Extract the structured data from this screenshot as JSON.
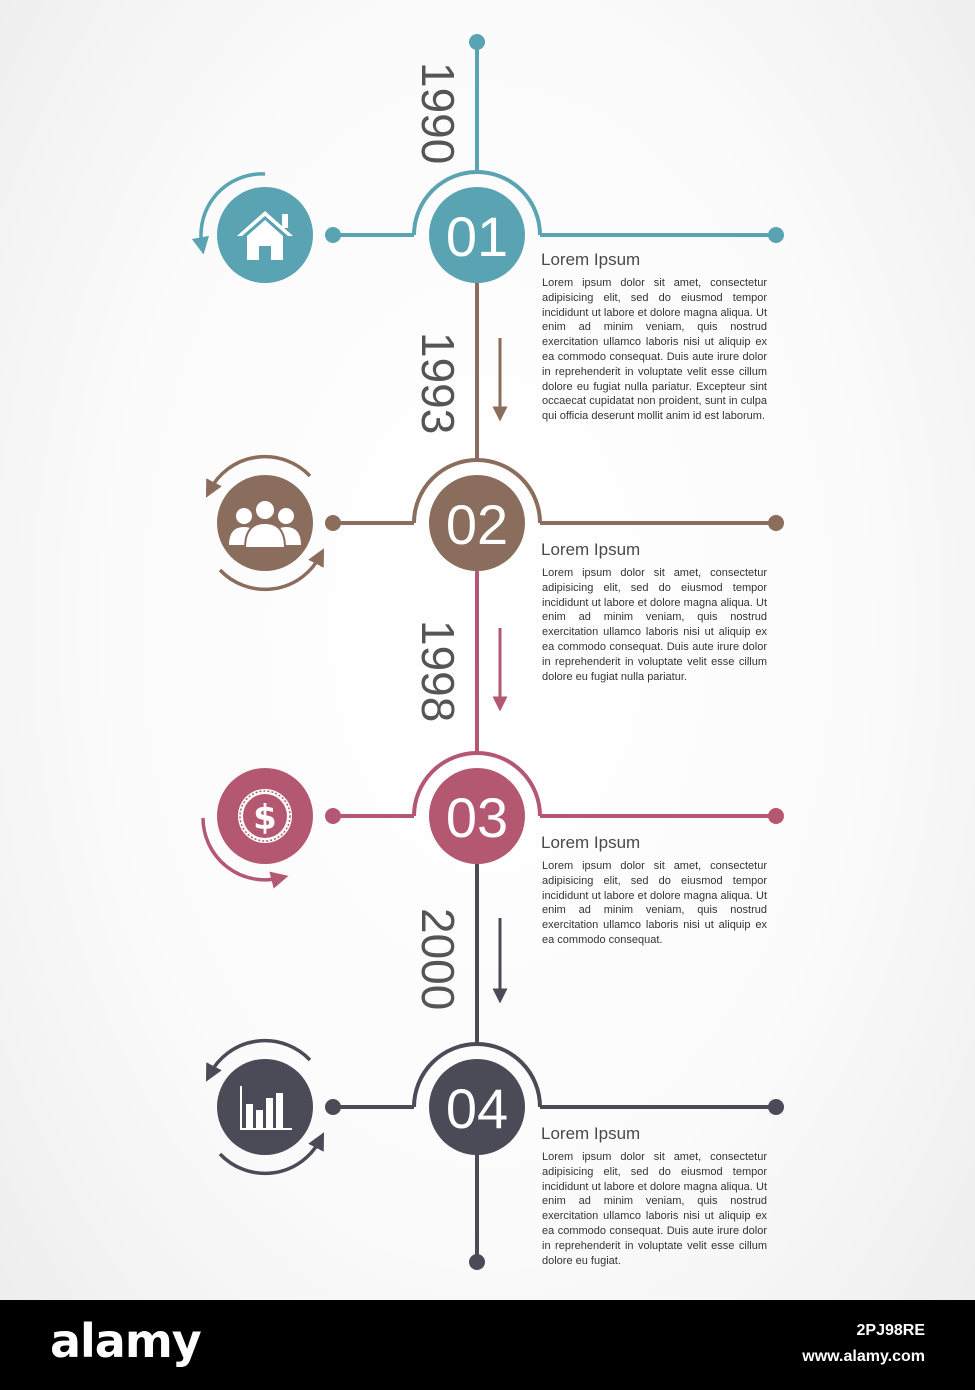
{
  "colors": {
    "step1": "#5aa3b2",
    "step2": "#8a6d5c",
    "step3": "#b45872",
    "step4": "#4b4a57",
    "text": "#333333"
  },
  "steps": [
    {
      "number": "01",
      "year": "1990",
      "icon": "home-icon",
      "title": "Lorem Ipsum",
      "body": "Lorem ipsum dolor sit amet, consectetur adipisicing elit, sed do eiusmod tempor incididunt ut labore et dolore magna aliqua. Ut enim ad minim veniam, quis nostrud exercitation ullamco laboris nisi ut aliquip ex ea commodo consequat. Duis aute irure dolor in reprehenderit in voluptate velit esse cillum dolore eu fugiat nulla pariatur. Excepteur sint occaecat cupidatat non proident, sunt in culpa qui officia deserunt mollit anim id est laborum."
    },
    {
      "number": "02",
      "year": "1993",
      "icon": "people-icon",
      "title": "Lorem Ipsum",
      "body": "Lorem ipsum dolor sit amet, consectetur adipisicing elit, sed do eiusmod tempor incididunt ut labore et dolore magna aliqua. Ut enim ad minim veniam, quis nostrud exercitation ullamco laboris nisi ut aliquip ex ea commodo consequat. Duis aute irure dolor in reprehenderit in voluptate velit esse cillum dolore eu fugiat nulla pariatur."
    },
    {
      "number": "03",
      "year": "1998",
      "icon": "dollar-coin-icon",
      "title": "Lorem Ipsum",
      "body": "Lorem ipsum dolor sit amet, consectetur adipisicing elit, sed do eiusmod tempor incididunt ut labore et dolore magna aliqua. Ut enim ad minim veniam, quis nostrud exercitation ullamco laboris nisi ut aliquip ex ea commodo consequat."
    },
    {
      "number": "04",
      "year": "2000",
      "icon": "bar-chart-icon",
      "title": "Lorem Ipsum",
      "body": "Lorem ipsum dolor sit amet, consectetur adipisicing elit, sed do eiusmod tempor incididunt ut labore et dolore magna aliqua. Ut enim ad minim veniam, quis nostrud exercitation ullamco laboris nisi ut aliquip ex ea commodo consequat. Duis aute irure dolor in reprehenderit in voluptate velit esse cillum dolore eu fugiat."
    }
  ],
  "footer": {
    "brand": "alamy",
    "image_id": "2PJ98RE",
    "site": "www.alamy.com"
  }
}
